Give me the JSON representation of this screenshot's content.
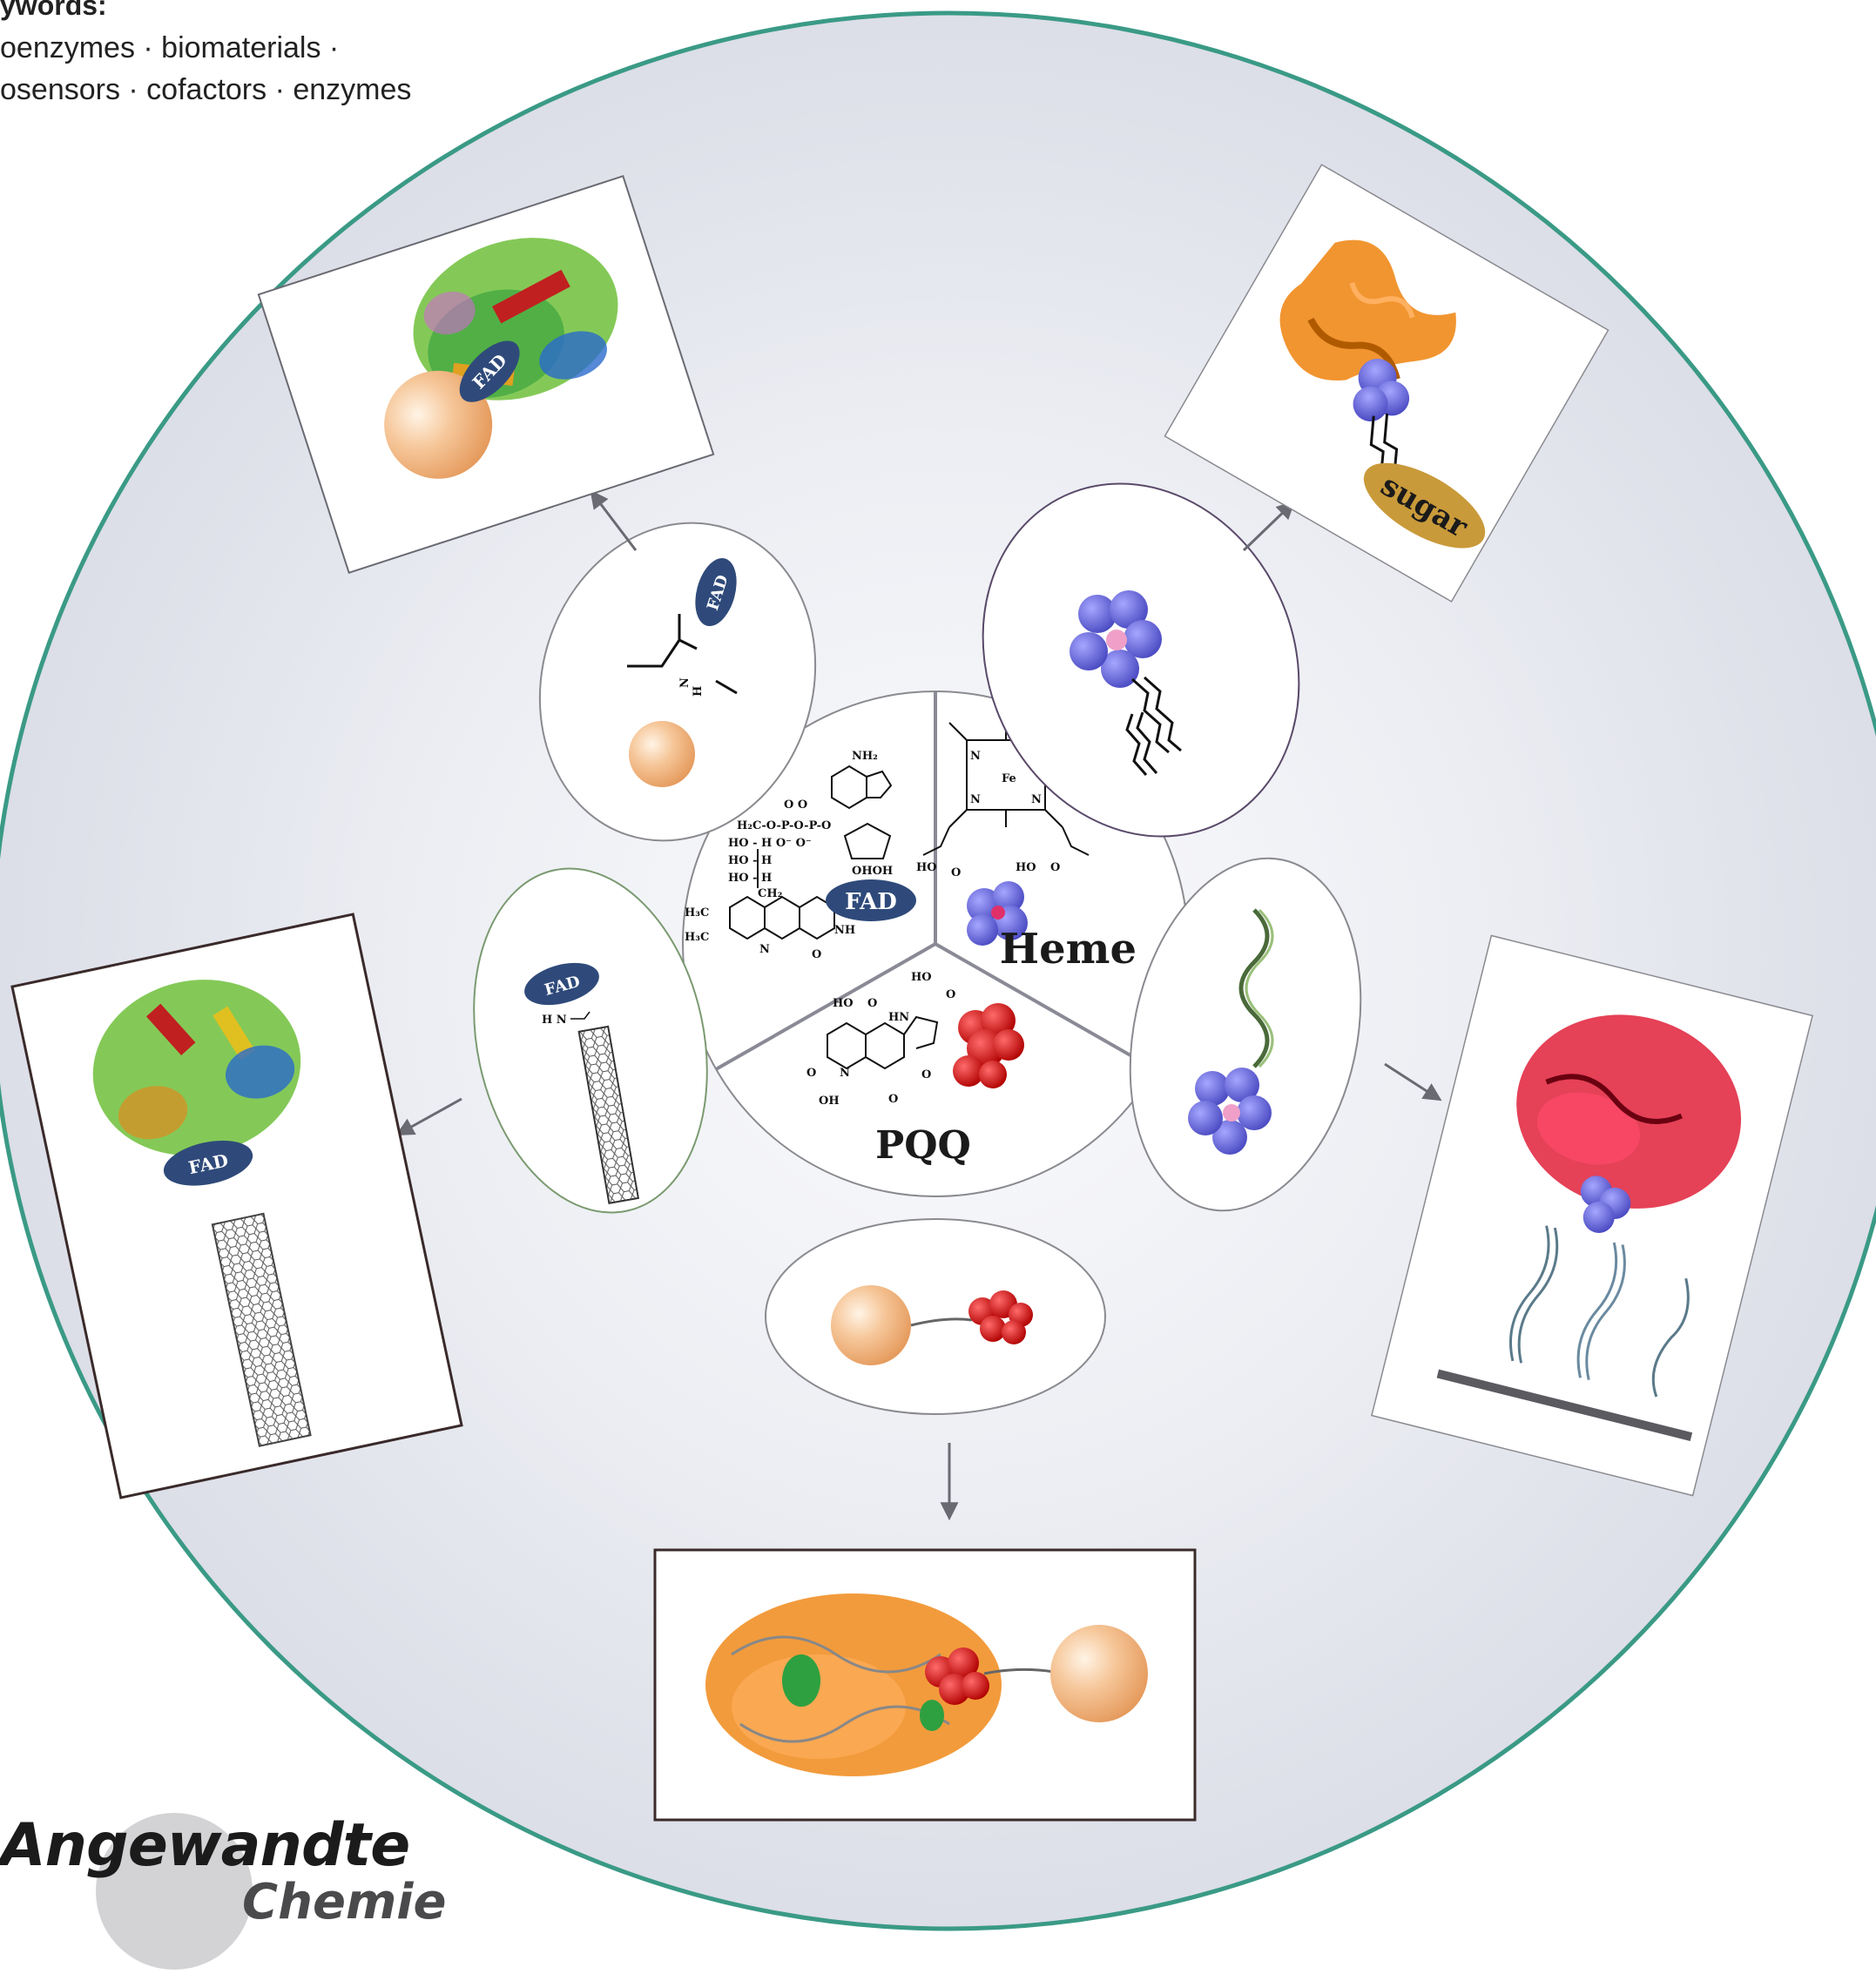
{
  "keywords": {
    "title": "ywords:",
    "line1": "oenzymes  · biomaterials ·",
    "line2": "osensors · cofactors · enzymes"
  },
  "figure": {
    "center_labels": {
      "fad": "FAD",
      "heme": "Heme",
      "pqq": "PQQ"
    },
    "fad_structure": {
      "nh2": "NH₂",
      "phosphate_top": "O    O",
      "phosphate_chain": "H₂C-O-P-O-P-O",
      "row_a": "HO - H O⁻  O⁻",
      "row_b": "HO - H",
      "row_c": "HO - H",
      "ch2": "CH₂",
      "ring_ohoh": "OHOH",
      "h3c_1": "H₃C",
      "h3c_2": "H₃C",
      "ring_n": "N",
      "ring_nh": "NH",
      "ring_o1": "O",
      "ring_o2": "O"
    },
    "heme_structure": {
      "n1": "N",
      "n2": "N",
      "n3": "N",
      "n4": "N",
      "fe": "Fe",
      "ho_left": "HO",
      "o_left": "O",
      "ho_right": "HO",
      "o_right": "O"
    },
    "pqq_structure": {
      "ho_top": "HO",
      "o_top": "O",
      "ho_left": "HO",
      "o_left": "O",
      "hn": "HN",
      "o_mid": "O",
      "n": "N",
      "o_bottom1": "O",
      "o_bottom2": "O",
      "oh": "OH"
    },
    "ellipse_labels": {
      "fad_amide": "FAD",
      "fad_amide_n": "N",
      "fad_amide_h": "H",
      "fad_cnt": "FAD",
      "cnt_hn": "H  N"
    },
    "box_labels": {
      "top_left_fad": "FAD",
      "left_fad": "FAD",
      "sugar": "sugar"
    }
  },
  "logo": {
    "word1": "Angewandte",
    "word2": "Chemie"
  },
  "colors": {
    "circle_border": "#3a9a86",
    "circle_fill": "#e3e4ec",
    "fad_oval": "#2f4a7a",
    "heme_purple": "#6a6ad6",
    "pqq_red": "#d01414",
    "gold_sphere": "#f1b27a",
    "sugar": "#c99a3a"
  }
}
